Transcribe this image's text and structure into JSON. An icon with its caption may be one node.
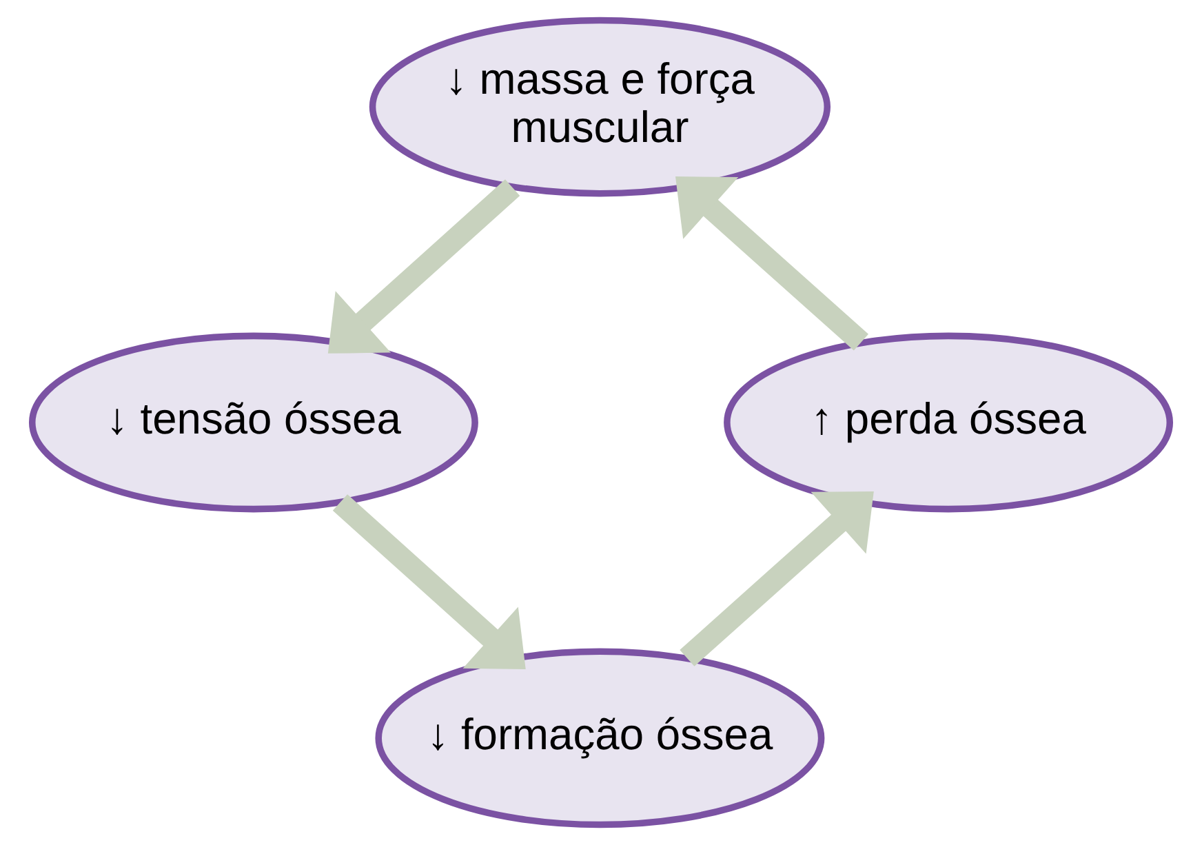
{
  "diagram": {
    "nodes": [
      {
        "text": [
          "↓ massa e força muscular"
        ]
      },
      {
        "text": [
          "↑ perda óssea"
        ]
      },
      {
        "text": [
          "↓ tensão óssea"
        ]
      },
      {
        "text": [
          "↓ formação óssea"
        ]
      }
    ],
    "edges": [
      {
        "from": 0,
        "to": 2,
        "arrow": "to"
      },
      {
        "from": 2,
        "to": 3,
        "arrow": "to"
      },
      {
        "from": 3,
        "to": 1,
        "arrow": "to"
      },
      {
        "from": 1,
        "to": 0,
        "arrow": "to"
      }
    ]
  }
}
